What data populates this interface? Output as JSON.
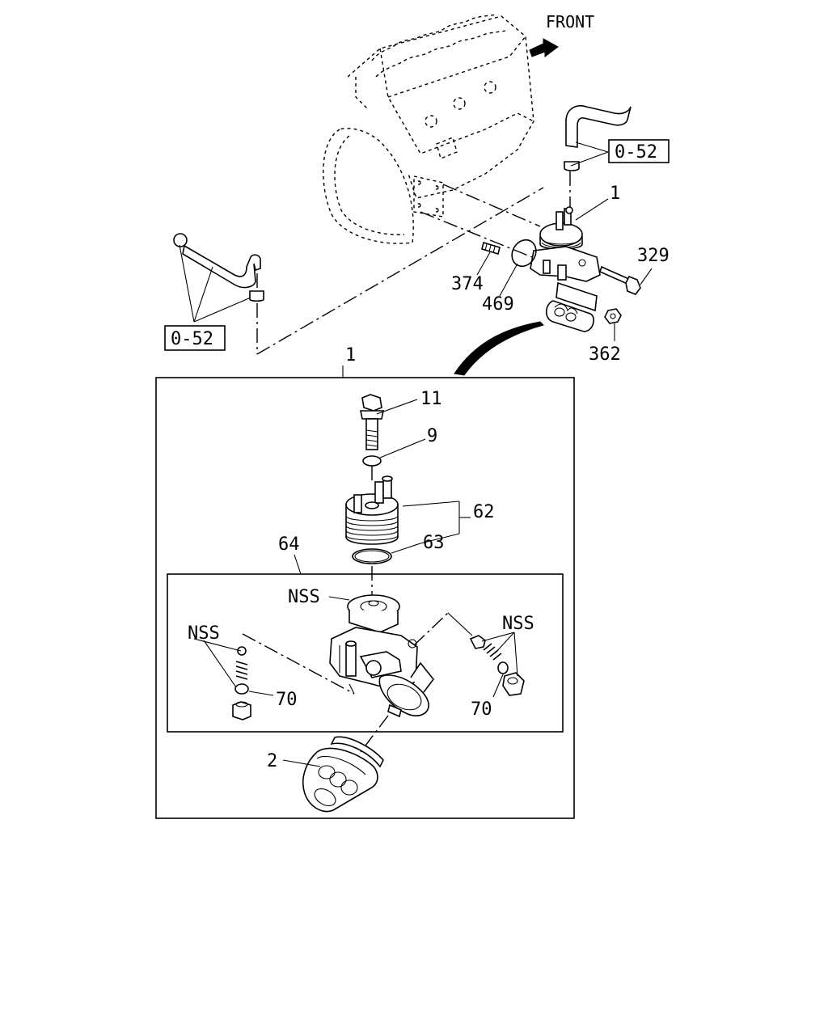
{
  "direction": {
    "label": "FRONT"
  },
  "callouts": {
    "assembly_upper": "1",
    "assembly_box": "1",
    "bolt_329": "329",
    "stud_374": "374",
    "gasket_469": "469",
    "nut_362": "362",
    "bolt_11": "11",
    "washer_9": "9",
    "cooler_62": "62",
    "oring_63": "63",
    "housing_64": "64",
    "nss_top": "NSS",
    "nss_left": "NSS",
    "nss_right": "NSS",
    "washer_70_left": "70",
    "washer_70_right": "70",
    "filter_2": "2"
  },
  "references": {
    "upper_right": "0-52",
    "left": "0-52"
  }
}
